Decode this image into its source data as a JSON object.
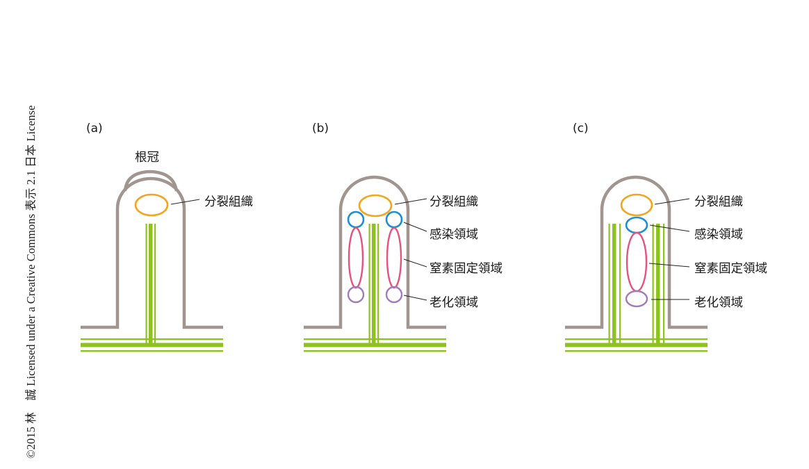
{
  "credit": "©2015 林　誠  Licensed under a Creative Commons 表示 2.1 日本 License",
  "colors": {
    "outline": "#a0958f",
    "vascular": "#8dc21f",
    "meristem": "#f2a51e",
    "infection": "#1b8fd2",
    "fixation": "#e5527c",
    "senescence": "#a27bb9",
    "leader": "#222222"
  },
  "panels": [
    {
      "id": "a",
      "label": "(a)",
      "root_cap_label": "根冠",
      "callouts": [
        "分裂組織"
      ]
    },
    {
      "id": "b",
      "label": "(b)",
      "callouts": [
        "分裂組織",
        "感染領域",
        "窒素固定領域",
        "老化領域"
      ]
    },
    {
      "id": "c",
      "label": "(c)",
      "callouts": [
        "分裂組織",
        "感染領域",
        "窒素固定領域",
        "老化領域"
      ]
    }
  ]
}
